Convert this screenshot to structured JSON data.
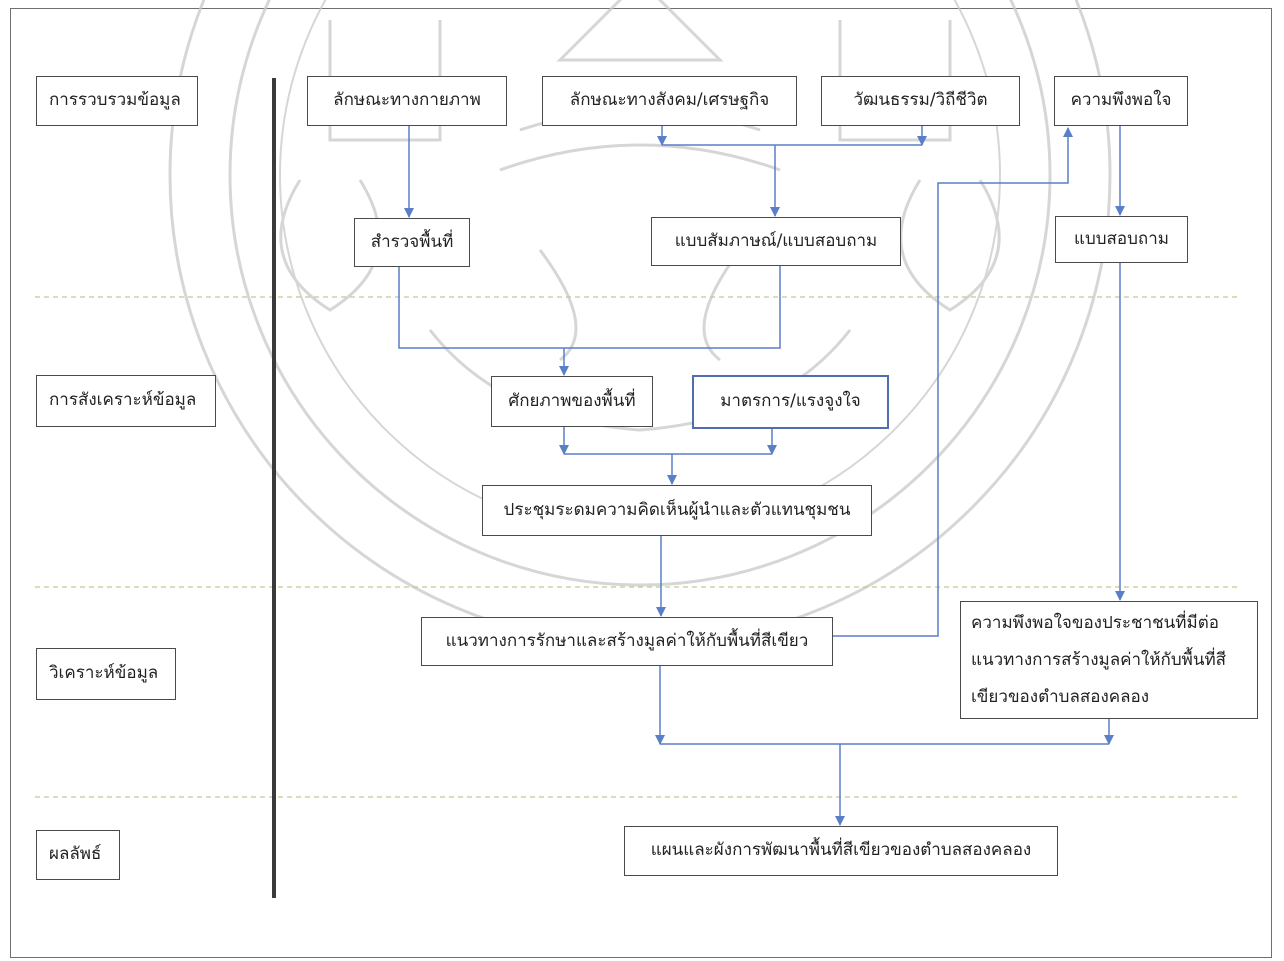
{
  "stages": {
    "collect": "การรวบรวมข้อมูล",
    "synthesize": "การสังเคราะห์ข้อมูล",
    "analyze": "วิเคราะห์ข้อมูล",
    "output": "ผลลัพธ์"
  },
  "nodes": {
    "physical": "ลักษณะทางกายภาพ",
    "social_economic": "ลักษณะทางสังคม/เศรษฐกิจ",
    "culture": "วัฒนธรรม/วิถีชีวิต",
    "satisfaction": "ความพึงพอใจ",
    "survey": "สำรวจพื้นที่",
    "interview": "แบบสัมภาษณ์/แบบสอบถาม",
    "questionnaire": "แบบสอบถาม",
    "potential": "ศักยภาพของพื้นที่",
    "measures": "มาตรการ/แรงจูงใจ",
    "meeting": "ประชุมระดมความคิดเห็นผู้นำและตัวแทนชุมชน",
    "guidelines": "แนวทางการรักษาและสร้างมูลค่าให้กับพื้นที่สีเขียว",
    "citizen_satisfaction": "ความพึงพอใจของประชาชนที่มีต่อแนวทางการสร้างมูลค่าให้กับพื้นที่สีเขียวของตำบลสองคลอง",
    "plan": "แผนและผังการพัฒนาพื้นที่สีเขียวของตำบลสองคลอง"
  },
  "colors": {
    "arrow": "#5b7fc7",
    "separator": "#b8d18a",
    "border": "#4a4a4a",
    "divider": "#3a3a3a",
    "watermark": "#c9c9c9"
  }
}
